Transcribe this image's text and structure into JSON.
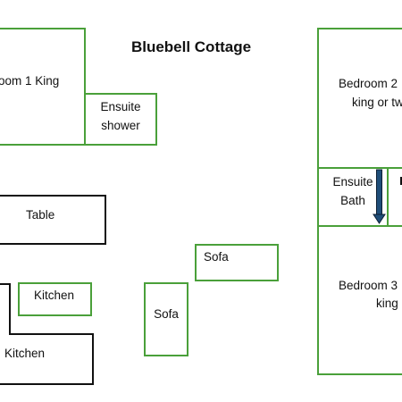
{
  "title": "Bluebell Cottage",
  "rooms": {
    "bedroom1": "oom 1 King",
    "ensuite_shower": [
      "Ensuite",
      "shower"
    ],
    "table": "Table",
    "kitchen_small": "Kitchen",
    "kitchen": "Kitchen",
    "sofa_top": "Sofa",
    "sofa_bottom": "Sofa",
    "bedroom2": [
      "Bedroom 2",
      "king or tw"
    ],
    "ensuite_bath": [
      "Ensuite",
      "Bath"
    ],
    "bedroom3": [
      "Bedroom 3",
      "king"
    ]
  },
  "colors": {
    "wall_green": "#4aa03a",
    "wall_black": "#111111",
    "arrow": "#1f4e79"
  }
}
